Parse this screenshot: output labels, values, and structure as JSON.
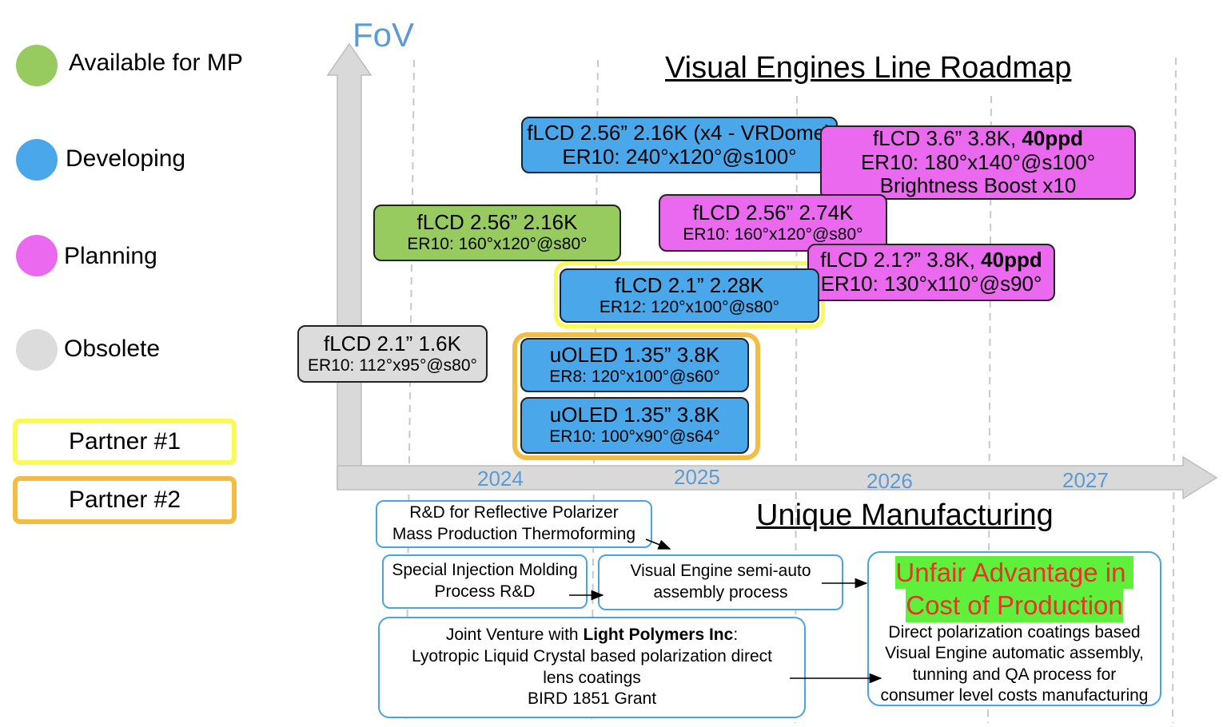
{
  "colors": {
    "mp_green": "#97cb5f",
    "developing_blue": "#4aa7ea",
    "planning_pink": "#ea69ef",
    "obsolete_grey": "#dcdcdc",
    "partner1_yellow": "#fafa55",
    "partner2_orange": "#f2bd45",
    "axis_label_blue": "#5b9bd5",
    "advantage_green_bg": "#5ef03a",
    "advantage_red_text": "#e8352a"
  },
  "legend": {
    "available": "Available for MP",
    "developing": "Developing",
    "planning": "Planning",
    "obsolete": "Obsolete",
    "partner1": "Partner #1",
    "partner2": "Partner #2"
  },
  "axis": {
    "y_label": "FoV",
    "years": [
      "2024",
      "2025",
      "2026",
      "2027"
    ]
  },
  "titles": {
    "roadmap": "Visual Engines Line Roadmap",
    "manufacturing": "Unique Manufacturing"
  },
  "engines": {
    "vrdome": {
      "line1": "fLCD 2.56” 2.16K (x4 - VRDome)",
      "line2": "ER10: 240°x120°@s100°",
      "status": "developing"
    },
    "fl36": {
      "line1a": "fLCD 3.6” 3.8K, ",
      "line1b": "40ppd",
      "line2": "ER10: 180°x140°@s100°",
      "line3": "Brightness Boost x10",
      "status": "planning"
    },
    "fl256_216": {
      "line1": "fLCD 2.56” 2.16K",
      "line2": "ER10: 160°x120°@s80°",
      "status": "available"
    },
    "fl256_274": {
      "line1": "fLCD 2.56” 2.74K",
      "line2": "ER10: 160°x120°@s80°",
      "status": "planning"
    },
    "fl21_38": {
      "line1a": "fLCD 2.1?” 3.8K, ",
      "line1b": "40ppd",
      "line2": "ER10: 130°x110°@s90°",
      "status": "planning"
    },
    "fl21_228": {
      "line1": "fLCD 2.1” 2.28K",
      "line2": "ER12: 120°x100°@s80°",
      "status": "developing"
    },
    "fl21_16": {
      "line1": "fLCD 2.1” 1.6K",
      "line2": "ER10: 112°x95°@s80°",
      "status": "obsolete"
    },
    "uoled_a": {
      "line1": "uOLED 1.35” 3.8K",
      "line2": "ER8: 120°x100°@s60°",
      "status": "developing"
    },
    "uoled_b": {
      "line1": "uOLED 1.35” 3.8K",
      "line2": "ER10: 100°x90°@s64°",
      "status": "developing"
    }
  },
  "manufacturing": {
    "rd_polarizer": {
      "line1": "R&D for Reflective Polarizer",
      "line2": "Mass Production Thermoforming"
    },
    "injection": {
      "line1": "Special Injection Molding",
      "line2": "Process R&D"
    },
    "semi_auto": {
      "line1": "Visual Engine semi-auto",
      "line2": "assembly process"
    },
    "joint_venture": {
      "line1a": "Joint Venture with ",
      "line1b": "Light Polymers Inc",
      "line1c": ":",
      "line2": "Lyotropic Liquid Crystal based polarization direct",
      "line3": "lens coatings",
      "line4": "BIRD 1851 Grant"
    },
    "advantage": {
      "title1": "Unfair Advantage in ",
      "title2": "Cost of Production",
      "line1": "Direct polarization coatings based",
      "line2": "Visual Engine automatic assembly,",
      "line3": "tunning and QA process for",
      "line4": "consumer level costs manufacturing"
    }
  }
}
